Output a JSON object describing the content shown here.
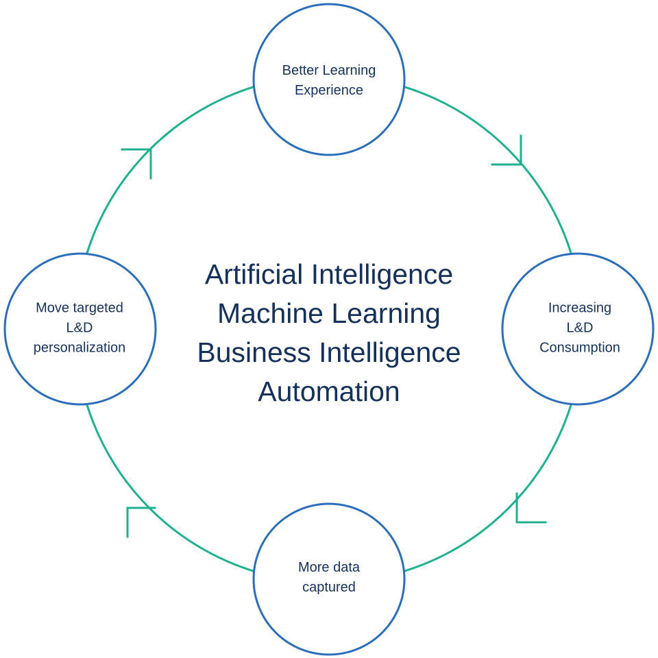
{
  "diagram": {
    "center_lines": [
      "Artificial Intelligence",
      "Machine Learning",
      "Business Intelligence",
      "Automation"
    ],
    "nodes": [
      {
        "id": "top",
        "lines": [
          "Better Learning",
          "Experience"
        ]
      },
      {
        "id": "right",
        "lines": [
          "Increasing",
          "L&D",
          "Consumption"
        ]
      },
      {
        "id": "bottom",
        "lines": [
          "More data",
          "captured"
        ]
      },
      {
        "id": "left",
        "lines": [
          "Move targeted",
          "L&D",
          "personalization"
        ]
      }
    ],
    "colors": {
      "ring": "#1fb18f",
      "node_border": "#2a6ebb",
      "text": "#15305a"
    },
    "flow_direction": "clockwise"
  }
}
